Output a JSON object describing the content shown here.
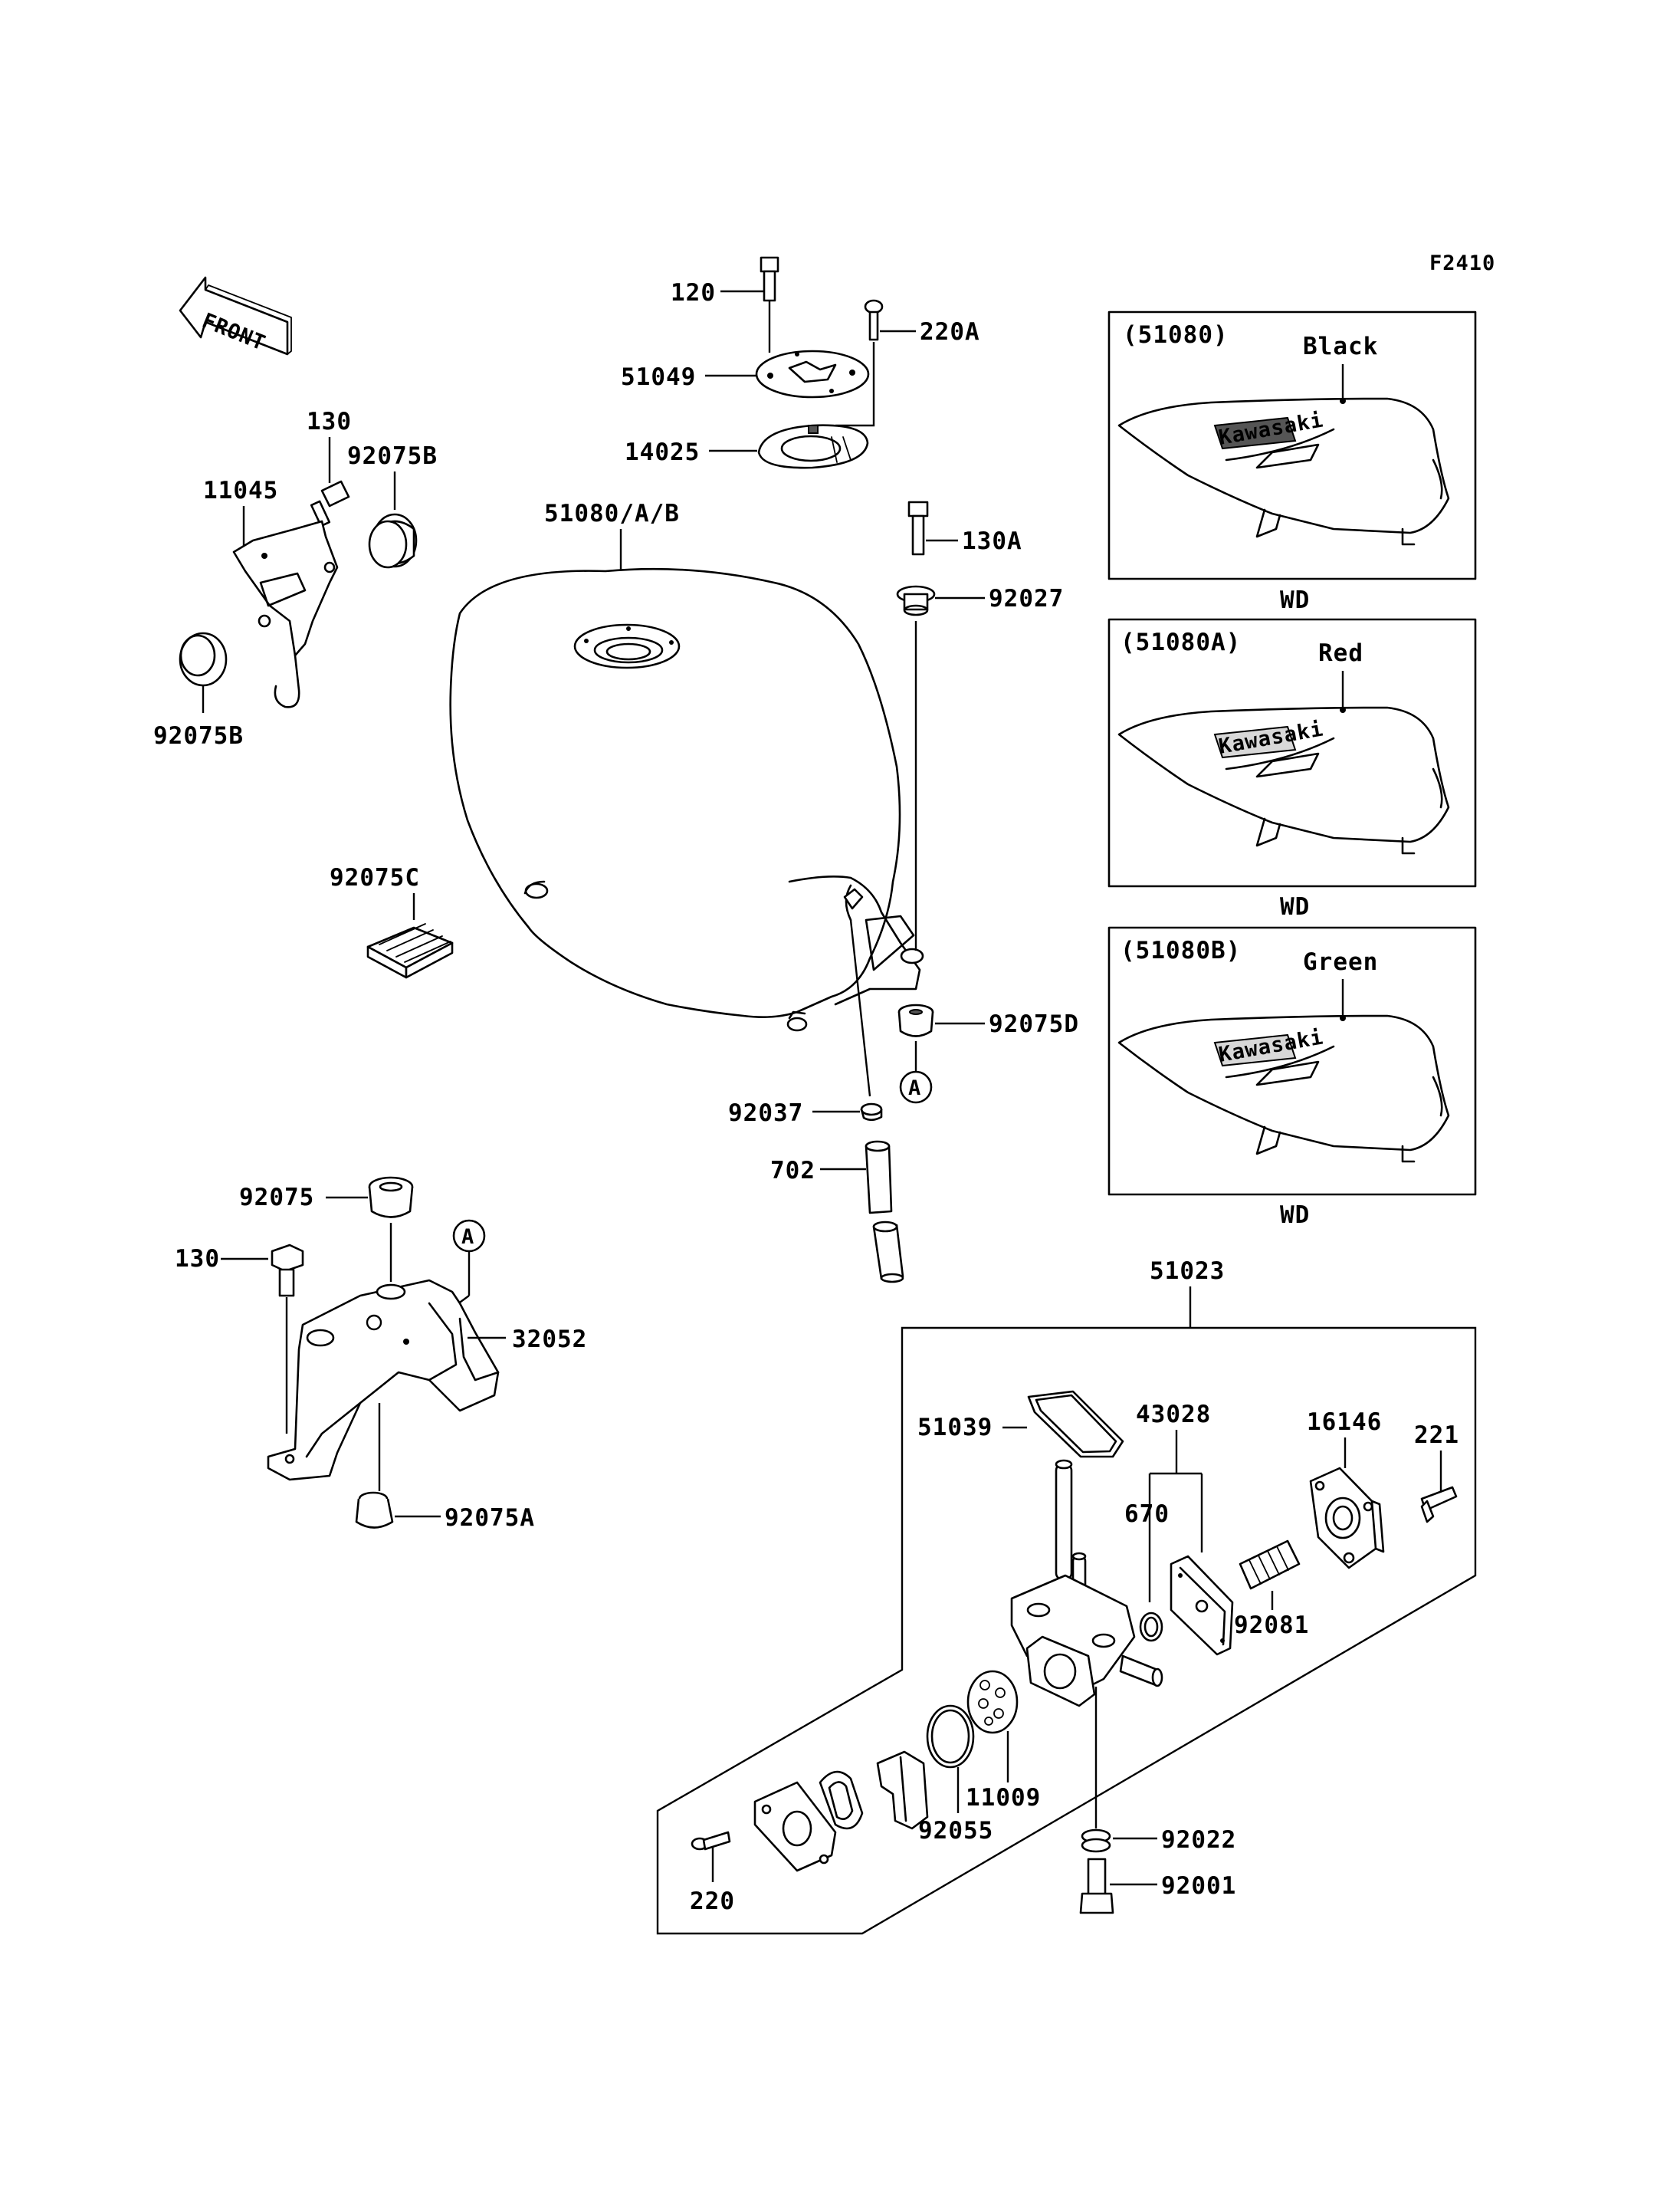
{
  "diagram_code": "F2410",
  "front_label": "FRONT",
  "callout_marker": "A",
  "parts": {
    "p120": "120",
    "p220A": "220A",
    "p51049": "51049",
    "p14025": "14025",
    "p130_top": "130",
    "p92075B_top": "92075B",
    "p11045": "11045",
    "p92075B_bottom": "92075B",
    "p51080AB": "51080/A/B",
    "p130A": "130A",
    "p92027": "92027",
    "p92075C": "92075C",
    "p92075D": "92075D",
    "p92037": "92037",
    "p702": "702",
    "p92075": "92075",
    "p130_bracket": "130",
    "p32052": "32052",
    "p92075A": "92075A",
    "p51023": "51023",
    "p51039": "51039",
    "p43028": "43028",
    "p16146": "16146",
    "p221": "221",
    "p670": "670",
    "p92081": "92081",
    "p11009": "11009",
    "p92055": "92055",
    "p92022": "92022",
    "p92001": "92001",
    "p220": "220"
  },
  "variants": [
    {
      "code": "(51080)",
      "color": "Black",
      "logo": "Kawasaki",
      "note": "WD"
    },
    {
      "code": "(51080A)",
      "color": "Red",
      "logo": "Kawasaki",
      "note": "WD"
    },
    {
      "code": "(51080B)",
      "color": "Green",
      "logo": "Kawasaki",
      "note": "WD"
    }
  ]
}
